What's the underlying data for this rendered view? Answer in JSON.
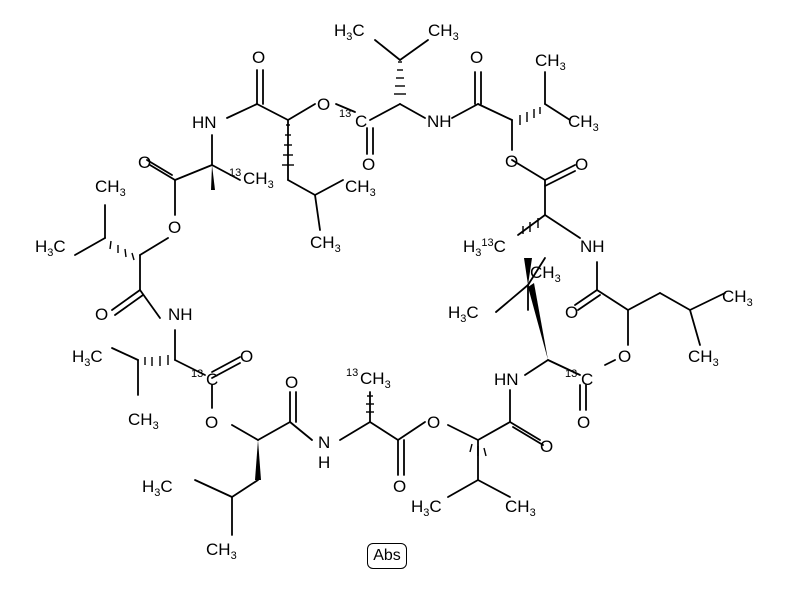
{
  "molecule": {
    "stereo_label": "Abs",
    "atom_labels": {
      "o": "O",
      "nh": "NH",
      "hn": "HN",
      "n": "N",
      "h": "H",
      "ch3": "CH",
      "h3c": "H",
      "c": "C",
      "sub3": "3",
      "iso13": "13"
    }
  }
}
